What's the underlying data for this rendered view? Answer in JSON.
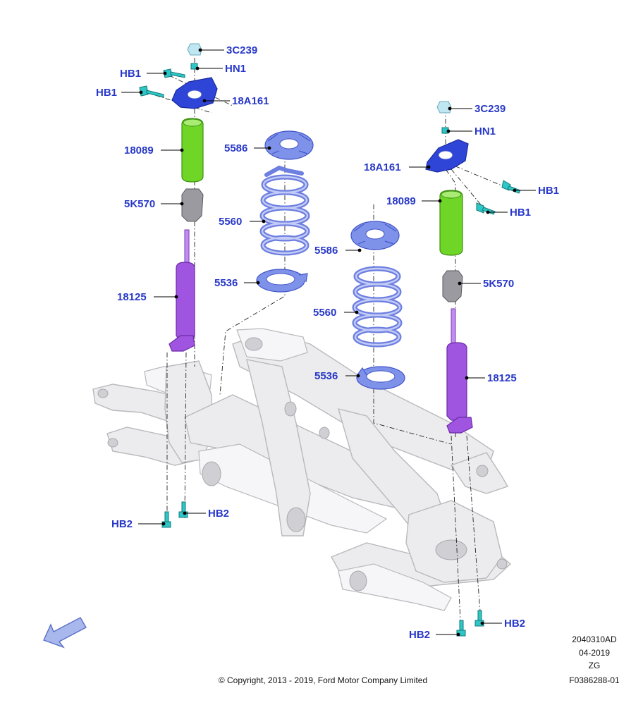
{
  "labels": {
    "l_3c239": "3C239",
    "l_hn1": "HN1",
    "l_hb1_a": "HB1",
    "l_hb1_b": "HB1",
    "l_18a161": "18A161",
    "l_18089": "18089",
    "l_5586": "5586",
    "l_5k570": "5K570",
    "l_5560": "5560",
    "l_18125": "18125",
    "l_5536": "5536",
    "r_3c239": "3C239",
    "r_hn1": "HN1",
    "r_18a161": "18A161",
    "r_hb1_a": "HB1",
    "r_18089": "18089",
    "r_hb1_b": "HB1",
    "m_5586": "5586",
    "r_5k570": "5K570",
    "m_5560": "5560",
    "m_5536": "5536",
    "r_18125": "18125",
    "l_hb2_a": "HB2",
    "l_hb2_b": "HB2",
    "r_hb2_a": "HB2",
    "r_hb2_b": "HB2"
  },
  "footer": {
    "copyright": "© Copyright, 2013 - 2019, Ford Motor Company Limited",
    "code": "2040310AD",
    "date": "04-2019",
    "zg": "ZG",
    "figure_id": "F0386288-01"
  },
  "colors": {
    "label": "#2838c8",
    "spring": "#6d7fe0",
    "mount": "#2f45d8",
    "boot": "#6fd628",
    "shock": "#a055e0",
    "bolt": "#2ec6c6",
    "frame": "#ececee"
  }
}
